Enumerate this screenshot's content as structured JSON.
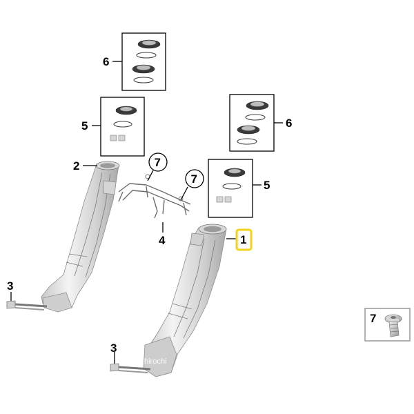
{
  "callouts": {
    "c6_left": "6",
    "c5_left": "5",
    "c2": "2",
    "c7_a": "7",
    "c7_b": "7",
    "c4": "4",
    "c6_right": "6",
    "c5_right": "5",
    "c1": "1",
    "c3_left": "3",
    "c3_bottom": "3",
    "c7_box": "7"
  },
  "highlight_color": "#f2d21b",
  "watermark": "hirochi"
}
